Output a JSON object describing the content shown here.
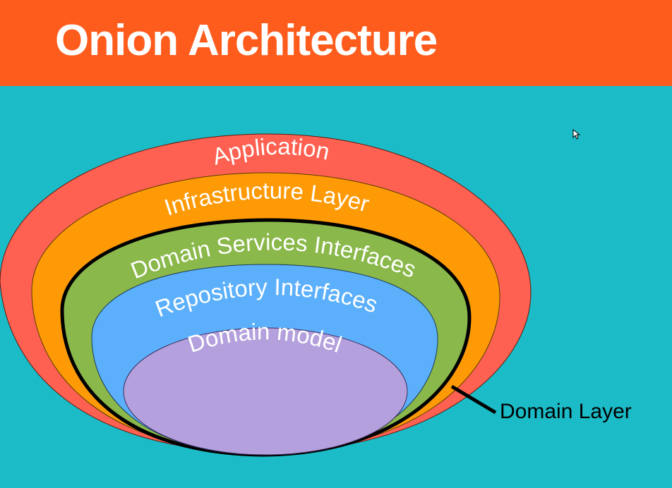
{
  "title": "Onion Architecture",
  "layers": [
    {
      "label": "Application",
      "color": "#fe6151"
    },
    {
      "label": "Infrastructure Layer",
      "color": "#fe9a06"
    },
    {
      "label": "Domain Services Interfaces",
      "color": "#8ab84a"
    },
    {
      "label": "Repository Interfaces",
      "color": "#5cb0fb"
    },
    {
      "label": "Domain model",
      "color": "#b3a0dc"
    }
  ],
  "callout": {
    "label": "Domain Layer"
  },
  "colors": {
    "background": "#1bbcc8",
    "title_bar": "#fe5c1d",
    "title_text": "#ffffff",
    "outline": "#000000"
  }
}
